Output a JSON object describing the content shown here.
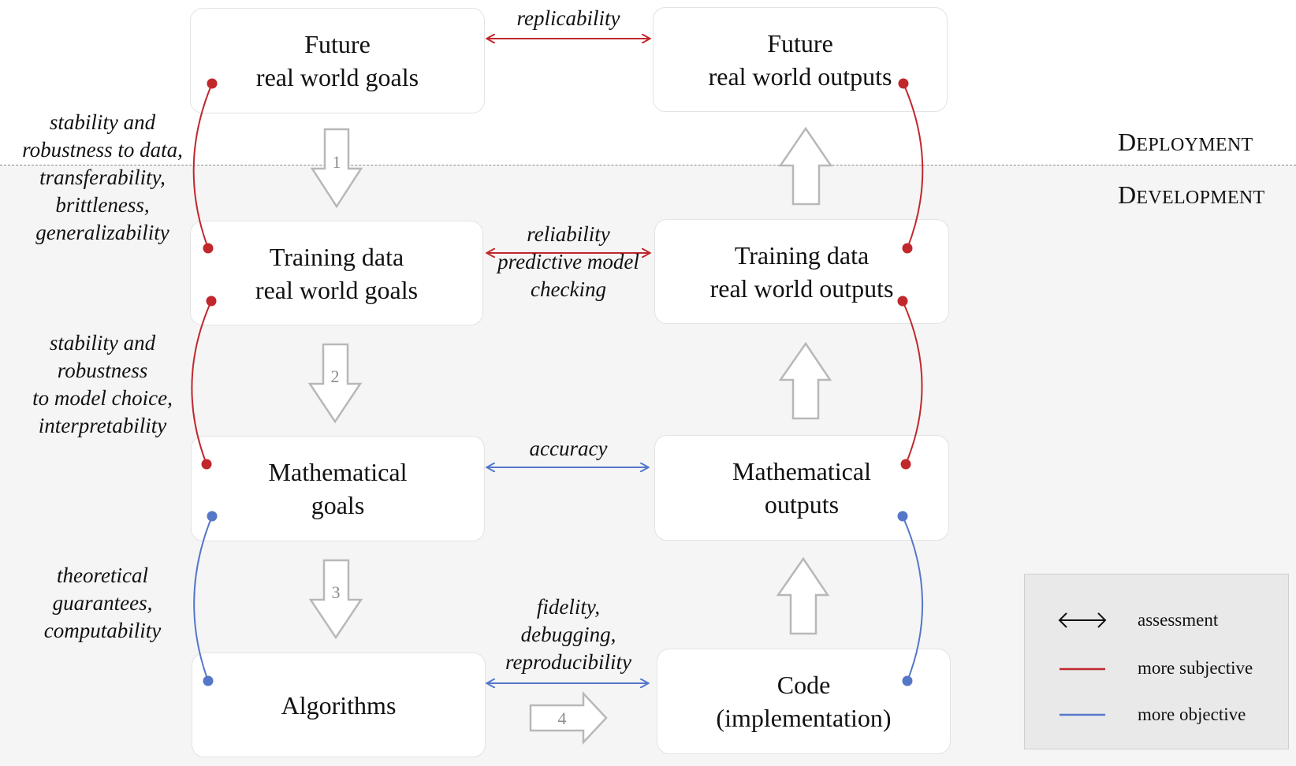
{
  "phases": {
    "deployment": {
      "initial": "D",
      "rest": "eployment"
    },
    "development": {
      "initial": "D",
      "rest": "evelopment"
    }
  },
  "boxes": {
    "future_goals": [
      "Future",
      "real world goals"
    ],
    "future_outputs": [
      "Future",
      "real world outputs"
    ],
    "training_goals": [
      "Training data",
      "real world goals"
    ],
    "training_outputs": [
      "Training data",
      "real world outputs"
    ],
    "math_goals": [
      "Mathematical",
      "goals"
    ],
    "math_outputs": [
      "Mathematical",
      "outputs"
    ],
    "algorithms": [
      "Algorithms"
    ],
    "code": [
      "Code",
      "(implementation)"
    ]
  },
  "step_numbers": [
    "1",
    "2",
    "3",
    "4"
  ],
  "assessments": {
    "replicability": [
      "replicability"
    ],
    "reliability": [
      "reliability",
      "predictive model",
      "checking"
    ],
    "accuracy": [
      "accuracy"
    ],
    "fidelity": [
      "fidelity,",
      "debugging,",
      "reproducibility"
    ]
  },
  "side_labels": {
    "data_stability": [
      "stability and",
      "robustness to data,",
      "transferability,",
      "brittleness,",
      "generalizability"
    ],
    "model_stability": [
      "stability and",
      "robustness",
      "to model choice,",
      "interpretability"
    ],
    "theory": [
      "theoretical",
      "guarantees,",
      "computability"
    ]
  },
  "legend": {
    "assessment": "assessment",
    "subjective": "more subjective",
    "objective": "more objective"
  },
  "colors": {
    "subjective": "#c0282c",
    "objective": "#5577c8",
    "assessment": "#111111",
    "arrow_outline": "#b8b8b8"
  }
}
